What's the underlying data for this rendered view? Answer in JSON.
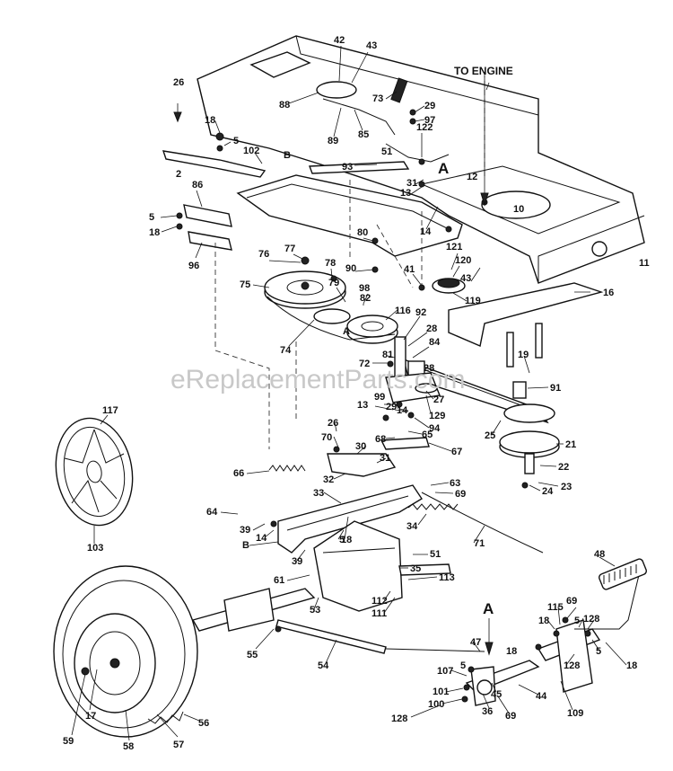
{
  "diagram": {
    "heading": "TO ENGINE",
    "watermark": "eReplacementParts.com",
    "section_marks": {
      "a_upper": "A",
      "a_lower": "A",
      "a_small": "A",
      "b_upper": "B",
      "b_lower": "B"
    },
    "labels": {
      "p2": "2",
      "p5a": "5",
      "p5b": "5",
      "p5c": "5",
      "p5d": "5",
      "p5e": "5",
      "p5f": "5",
      "p10": "10",
      "p11": "11",
      "p12": "12",
      "p13a": "13",
      "p13b": "13",
      "p14a": "14",
      "p14b": "14",
      "p14c": "14",
      "p16": "16",
      "p17": "17",
      "p18a": "18",
      "p18b": "18",
      "p18c": "18",
      "p18d": "18",
      "p18e": "18",
      "p18f": "18",
      "p19": "19",
      "p21": "21",
      "p22": "22",
      "p23": "23",
      "p24": "24",
      "p25": "25",
      "p26a": "26",
      "p26b": "26",
      "p27": "27",
      "p28a": "28",
      "p28b": "28",
      "p29a": "29",
      "p29b": "29",
      "p30": "30",
      "p31a": "31",
      "p31b": "31",
      "p32": "32",
      "p33": "33",
      "p34": "34",
      "p35": "35",
      "p36": "36",
      "p39a": "39",
      "p39b": "39",
      "p41": "41",
      "p42": "42",
      "p43a": "43",
      "p43b": "43",
      "p44": "44",
      "p45": "45",
      "p47": "47",
      "p48": "48",
      "p51a": "51",
      "p51b": "51",
      "p53": "53",
      "p54": "54",
      "p55": "55",
      "p56": "56",
      "p57": "57",
      "p58": "58",
      "p59": "59",
      "p61": "61",
      "p63": "63",
      "p64": "64",
      "p65": "65",
      "p66": "66",
      "p67": "67",
      "p68": "68",
      "p69a": "69",
      "p69b": "69",
      "p69c": "69",
      "p70": "70",
      "p71": "71",
      "p72": "72",
      "p73": "73",
      "p74": "74",
      "p75": "75",
      "p76": "76",
      "p77": "77",
      "p78": "78",
      "p79": "79",
      "p80": "80",
      "p81": "81",
      "p82": "82",
      "p84": "84",
      "p85": "85",
      "p86": "86",
      "p88": "88",
      "p89": "89",
      "p90": "90",
      "p91": "91",
      "p92": "92",
      "p93": "93",
      "p94": "94",
      "p96": "96",
      "p97": "97",
      "p98": "98",
      "p99": "99",
      "p100": "100",
      "p101": "101",
      "p102": "102",
      "p103": "103",
      "p107": "107",
      "p109": "109",
      "p111": "111",
      "p112": "112",
      "p113": "113",
      "p115": "115",
      "p116": "116",
      "p117": "117",
      "p119": "119",
      "p120": "120",
      "p121": "121",
      "p122": "122",
      "p128a": "128",
      "p128b": "128",
      "p128c": "128",
      "p129": "129"
    }
  }
}
